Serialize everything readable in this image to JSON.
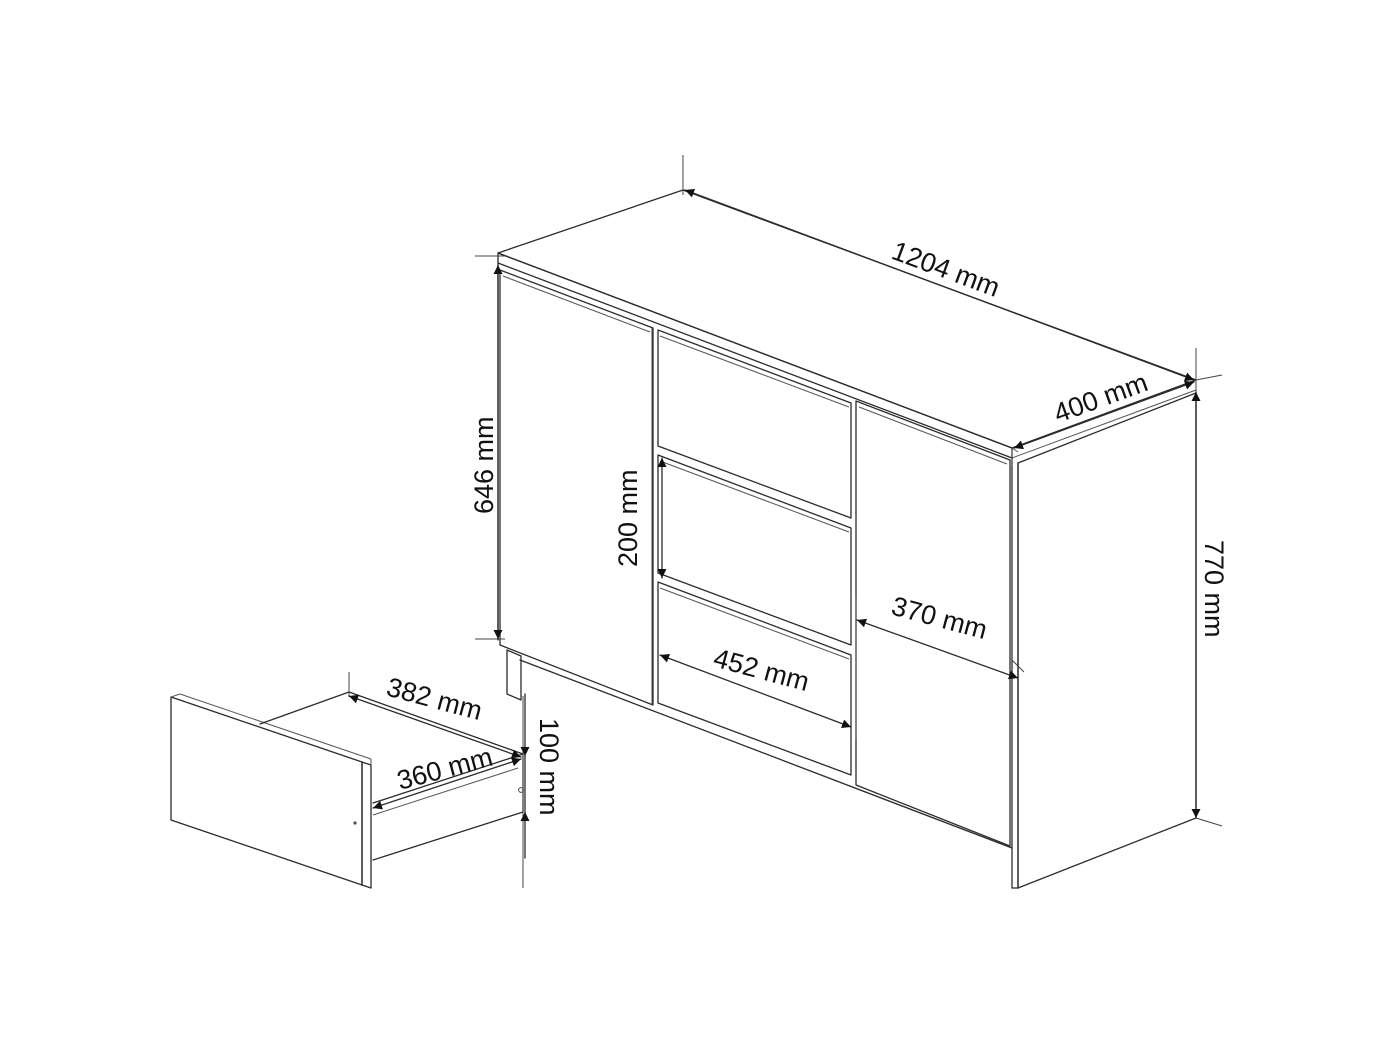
{
  "dimensions": {
    "width": "1204 mm",
    "depth": "400 mm",
    "total_height": "770 mm",
    "body_height": "646 mm",
    "drawer_height": "200 mm",
    "drawer_width": "452 mm",
    "door_width": "370 mm",
    "drawer_box_depth": "382 mm",
    "drawer_box_width": "360 mm",
    "drawer_box_height": "100 mm"
  },
  "colors": {
    "line": "#2b2b2b",
    "background": "#ffffff"
  }
}
